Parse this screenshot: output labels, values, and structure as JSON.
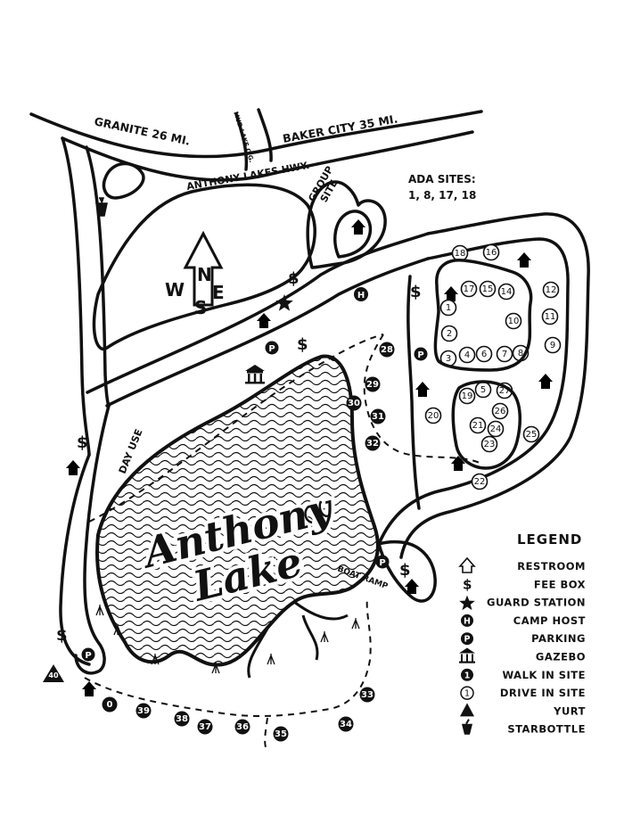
{
  "roads": {
    "granite": "GRANITE 26 MI.",
    "baker_city": "BAKER CITY 35 MI.",
    "mud_lake": "MUD LAKE C.G.",
    "highway": "ANTHONY LAKES HWY."
  },
  "labels": {
    "group_site": [
      "GROUP",
      "SITE"
    ],
    "ada_title": "ADA SITES:",
    "ada_sites": "1, 8, 17, 18",
    "day_use": "DAY USE",
    "boat_ramp": [
      "BOAT",
      "RAMP"
    ],
    "lake_title_1": "Anthony",
    "lake_title_2": "Lake",
    "compass": {
      "n": "N",
      "w": "W",
      "e": "E",
      "s": "S"
    }
  },
  "campsites": {
    "drive_in": [
      "1",
      "2",
      "3",
      "4",
      "5",
      "6",
      "7",
      "8",
      "9",
      "10",
      "11",
      "12",
      "14",
      "15",
      "16",
      "17",
      "18",
      "19",
      "20",
      "21",
      "22",
      "23",
      "24",
      "25",
      "26",
      "27"
    ],
    "walk_in": [
      "0",
      "28",
      "29",
      "30",
      "31",
      "32",
      "33",
      "34",
      "35",
      "36",
      "37",
      "38",
      "39",
      "40"
    ]
  },
  "legend": {
    "title": "LEGEND",
    "items": [
      {
        "icon": "restroom-icon",
        "label": "RESTROOM"
      },
      {
        "icon": "fee-box-icon",
        "label": "FEE BOX"
      },
      {
        "icon": "guard-station-icon",
        "label": "GUARD STATION"
      },
      {
        "icon": "camp-host-icon",
        "label": "CAMP HOST"
      },
      {
        "icon": "parking-icon",
        "label": "PARKING"
      },
      {
        "icon": "gazebo-icon",
        "label": "GAZEBO"
      },
      {
        "icon": "walk-in-site-icon",
        "label": "WALK IN SITE"
      },
      {
        "icon": "drive-in-site-icon",
        "label": "DRIVE IN SITE"
      },
      {
        "icon": "yurt-icon",
        "label": "YURT"
      },
      {
        "icon": "starbottle-icon",
        "label": "STARBOTTLE"
      }
    ],
    "glyphs": {
      "fee": "$",
      "host": "H",
      "parking": "P",
      "walk": "1",
      "drive": "1"
    }
  },
  "colors": {
    "ink": "#111111",
    "paper": "#ffffff"
  }
}
